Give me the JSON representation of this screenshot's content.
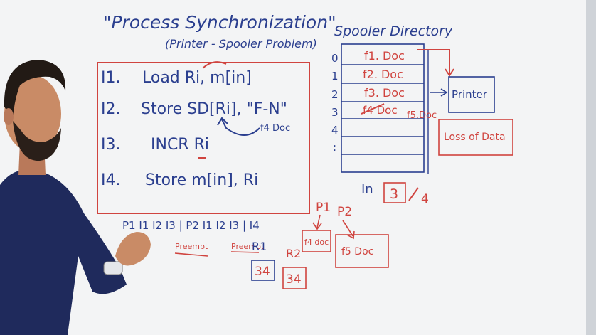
{
  "colors": {
    "board": "#f3f4f5",
    "marker_blue": "#2b3f8f",
    "marker_red": "#d0443f",
    "shirt": "#1f2a5c",
    "skin": "#c98b66",
    "hair": "#221a15"
  },
  "title": "\"Process Synchronization\"",
  "subtitle": "(Printer - Spooler Problem)",
  "instructions": [
    {
      "id": "I1.",
      "text": "Load Ri, m[in]"
    },
    {
      "id": "I2.",
      "text": "Store SD[Ri], \"F-N\""
    },
    {
      "id": "I3.",
      "text": "INCR Ri"
    },
    {
      "id": "I4.",
      "text": "Store m[in], Ri"
    }
  ],
  "arrow_label": "f4 Doc",
  "spooler": {
    "title": "Spooler Directory",
    "indices": [
      "0",
      "1",
      "2",
      "3",
      "4",
      ":"
    ],
    "slots": [
      "f1. Doc",
      "f2. Doc",
      "f3. Doc",
      "f4 Doc",
      "",
      ""
    ],
    "overwrite": "f5.Doc"
  },
  "printer": "Printer",
  "loss": "Loss of Data",
  "in_label": "In",
  "in_value": "3",
  "in_next": "4",
  "sequence": "P1 I1 I2 I3 | P2 I1 I2 I3 | I4",
  "preempt1": "Preempt",
  "preempt2": "Preempt",
  "processes": [
    {
      "name": "P1",
      "file": "f4 doc"
    },
    {
      "name": "P2",
      "file": "f5 Doc"
    }
  ],
  "registers": [
    {
      "name": "R1",
      "value": "34"
    },
    {
      "name": "R2",
      "value": "34"
    }
  ]
}
